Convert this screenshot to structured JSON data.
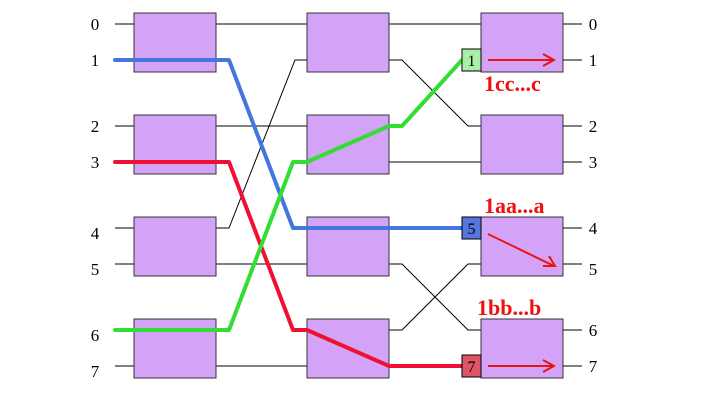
{
  "network": {
    "left_ports": [
      "0",
      "1",
      "2",
      "3",
      "4",
      "5",
      "6",
      "7"
    ],
    "right_ports": [
      "0",
      "1",
      "2",
      "3",
      "4",
      "5",
      "6",
      "7"
    ],
    "stages": 3,
    "switches_per_stage": 4
  },
  "routes": [
    {
      "id": "blue",
      "color": "#4477dd",
      "from_port": 1,
      "tag": "5",
      "tag_color": "#5577dd",
      "label": "1aa...a",
      "to_port": 5
    },
    {
      "id": "red",
      "color": "#ee1133",
      "from_port": 3,
      "tag": "7",
      "tag_color": "#dd5566",
      "label": "1bb...b",
      "to_port": 7
    },
    {
      "id": "green",
      "color": "#33dd33",
      "from_port": 6,
      "tag": "1",
      "tag_color": "#aaeeaa",
      "label": "1cc...c",
      "to_port": 1
    }
  ]
}
